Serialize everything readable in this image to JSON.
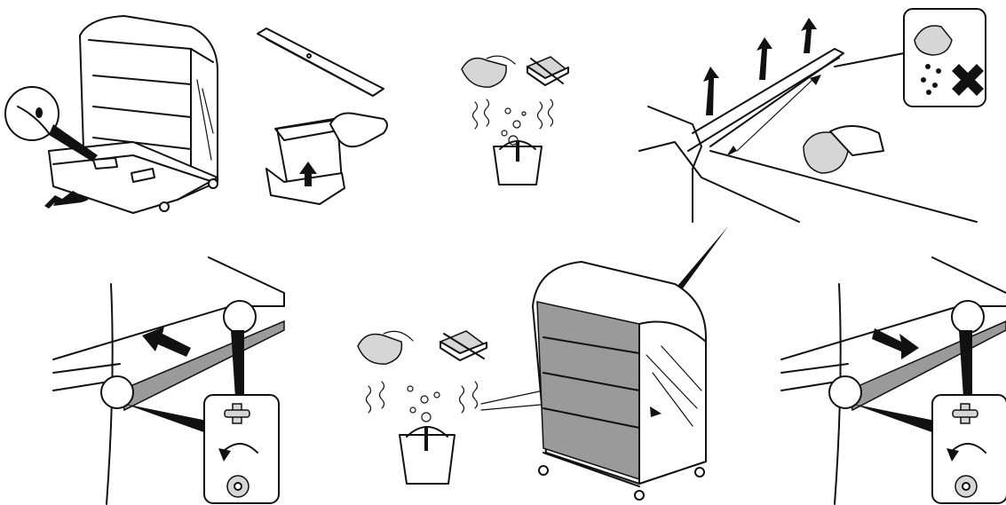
{
  "figure": {
    "panels": [
      "pull-out-tray",
      "remove-water-tank",
      "wash-cloth-no-scourer",
      "lift-and-wipe-profile-no-dripping",
      "slide-rail-left",
      "wash-shelves",
      "cabinet-overview",
      "slide-rail-right"
    ]
  }
}
